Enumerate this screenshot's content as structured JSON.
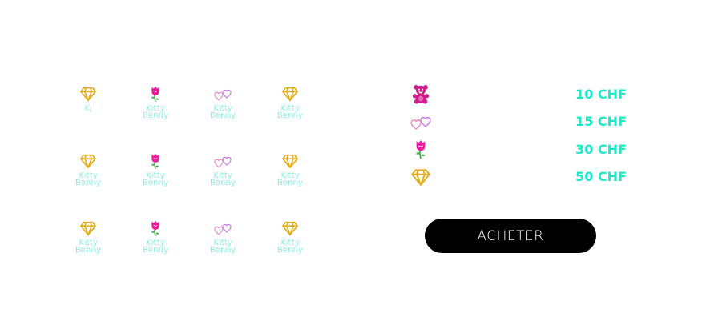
{
  "gift_grid": {
    "rows": [
      [
        {
          "icon": "diamond-icon",
          "line1": "KJ",
          "line2": ""
        },
        {
          "icon": "rose-icon",
          "line1": "Kitty",
          "line2": "Benny"
        },
        {
          "icon": "hearts-icon",
          "line1": "Kitty",
          "line2": "Benny"
        },
        {
          "icon": "diamond-icon",
          "line1": "Kitty",
          "line2": "Benny"
        }
      ],
      [
        {
          "icon": "diamond-icon",
          "line1": "Kitty",
          "line2": "Benny"
        },
        {
          "icon": "rose-icon",
          "line1": "Kitty",
          "line2": "Benny"
        },
        {
          "icon": "hearts-icon",
          "line1": "Kitty",
          "line2": "Benny"
        },
        {
          "icon": "diamond-icon",
          "line1": "Kitty",
          "line2": "Benny"
        }
      ],
      [
        {
          "icon": "diamond-icon",
          "line1": "Kitty",
          "line2": "Benny"
        },
        {
          "icon": "rose-icon",
          "line1": "Kitty",
          "line2": "Benny"
        },
        {
          "icon": "hearts-icon",
          "line1": "Kitty",
          "line2": "Benny"
        },
        {
          "icon": "diamond-icon",
          "line1": "Kitty",
          "line2": "Benny"
        }
      ]
    ]
  },
  "price_list": {
    "items": [
      {
        "icon": "teddy-bear-icon",
        "price": "10 CHF"
      },
      {
        "icon": "hearts-icon",
        "price": "15 CHF"
      },
      {
        "icon": "rose-icon",
        "price": "30 CHF"
      },
      {
        "icon": "diamond-icon",
        "price": "50 CHF"
      }
    ]
  },
  "buy_button": {
    "label": "ACHETER"
  },
  "colors": {
    "label_teal": "#2ee8cf",
    "price_teal": "#1de9c9",
    "diamond_gold": "#e3ad1c",
    "rose_pink": "#f0199b",
    "hearts_purple": "#c47be6",
    "hearts_pink": "#f08ac7",
    "teddy_magenta": "#d21c8c",
    "button_black": "#000000"
  }
}
